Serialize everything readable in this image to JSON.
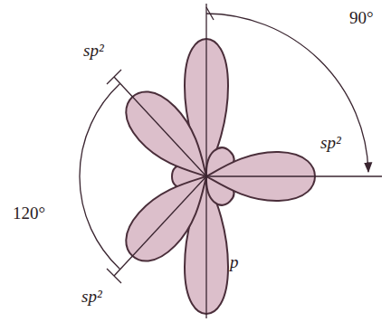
{
  "diagram": {
    "labels": [
      "sp²",
      "sp²",
      "sp²",
      "p",
      "120°",
      "90°"
    ]
  }
}
